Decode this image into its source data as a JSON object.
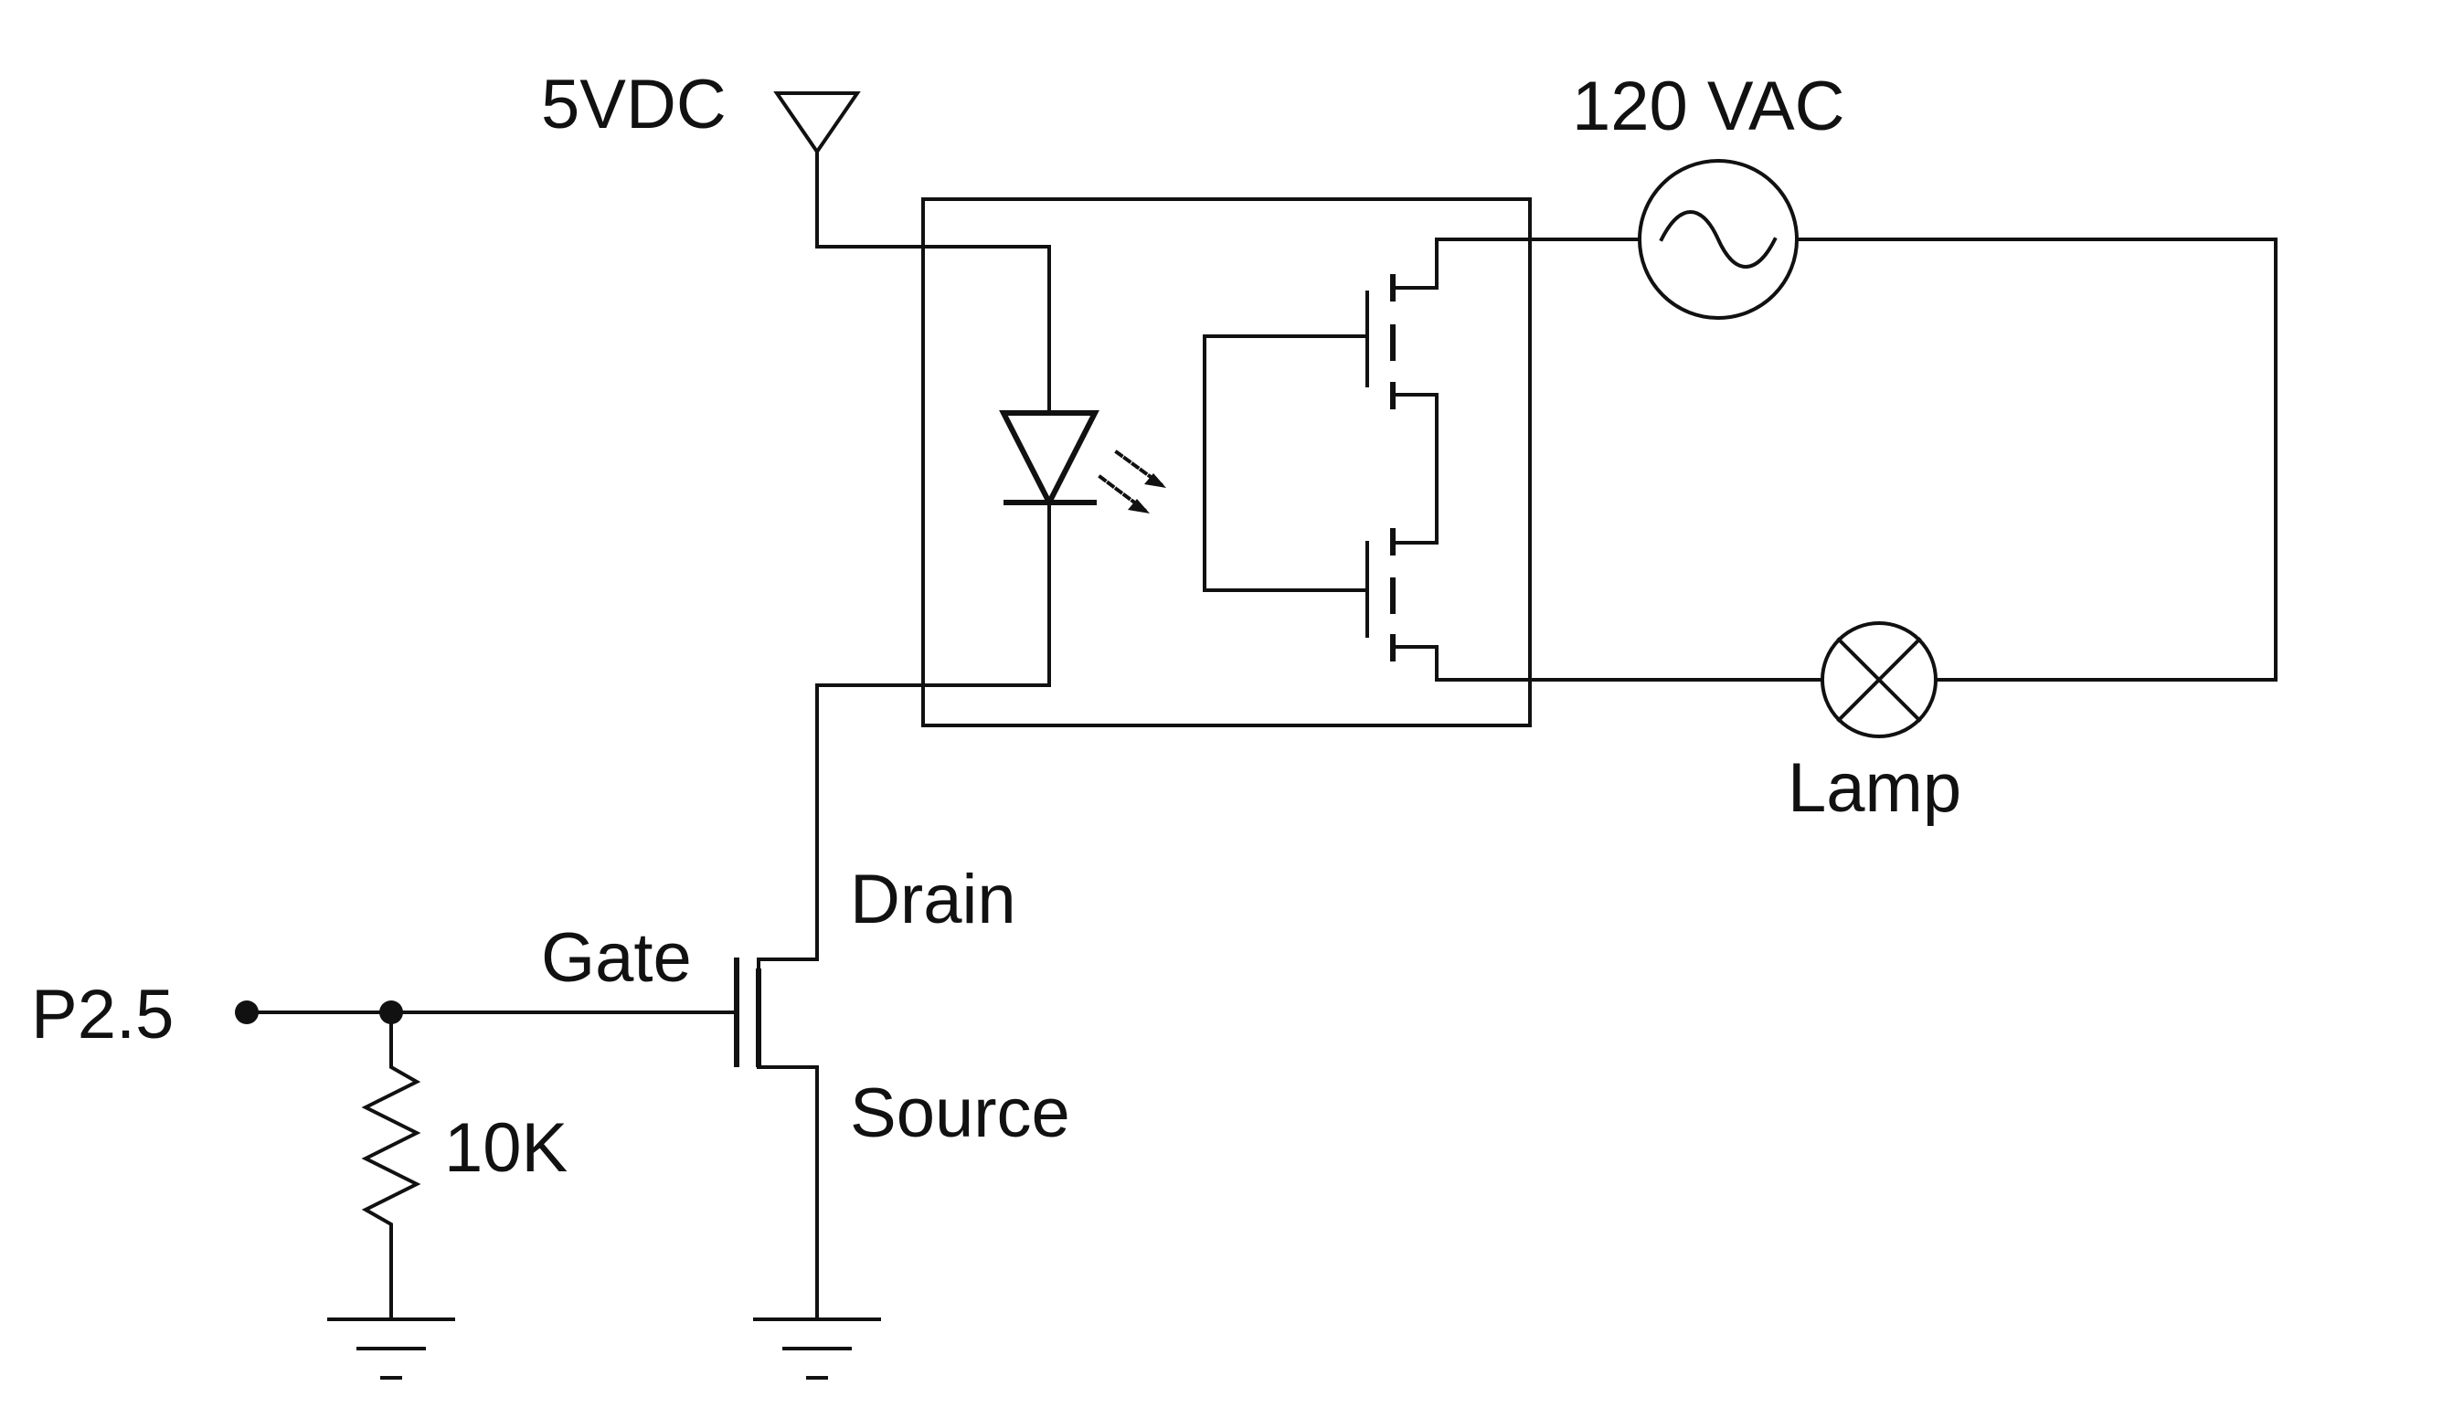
{
  "labels": {
    "supply_dc": "5VDC",
    "supply_ac": "120 VAC",
    "lamp": "Lamp",
    "drain": "Drain",
    "gate": "Gate",
    "source": "Source",
    "input_pin": "P2.5",
    "resistor": "10K"
  },
  "colors": {
    "background": "#ffffff",
    "ink": "#111111"
  }
}
